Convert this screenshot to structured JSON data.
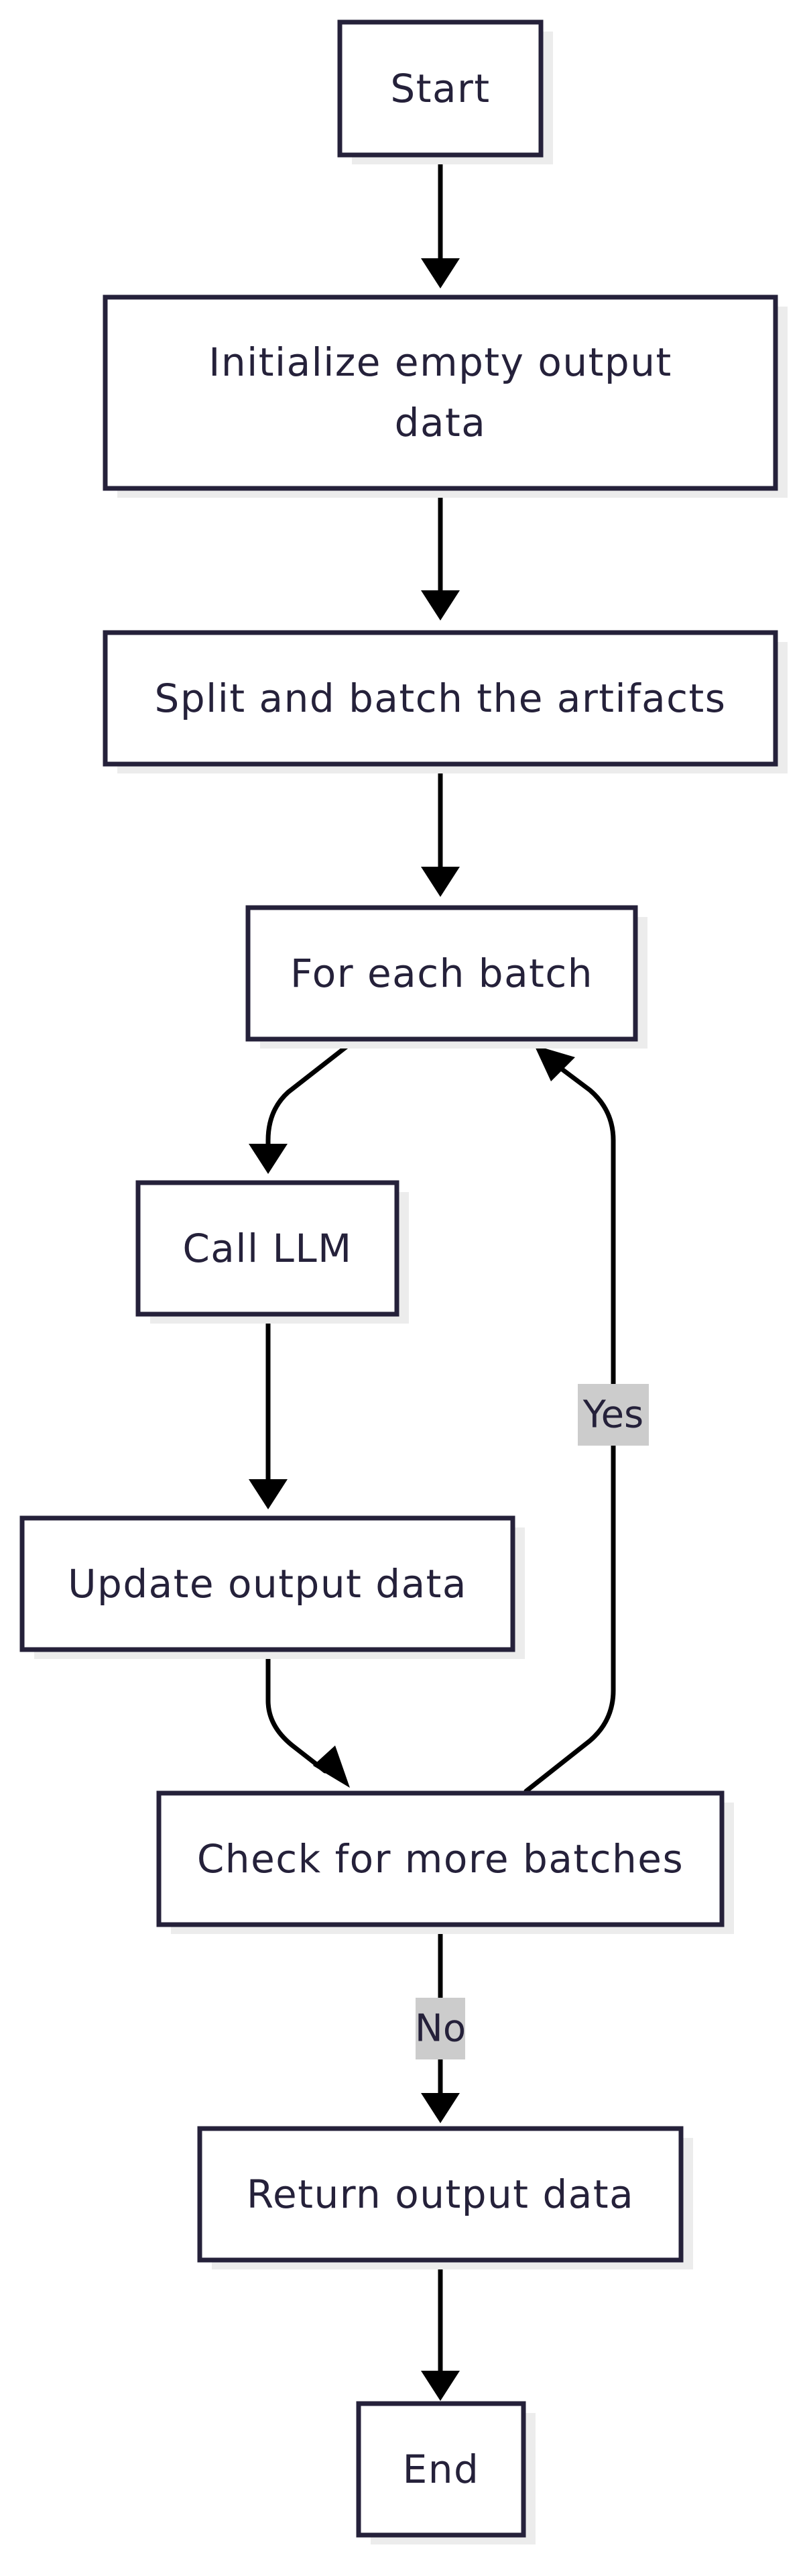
{
  "colors": {
    "node_border": "#25213a",
    "node_fill": "#ffffff",
    "node_shadow": "#ececec",
    "text": "#25213a",
    "edge": "#000000",
    "edge_label_bg": "#cccccc"
  },
  "nodes": {
    "start": {
      "label": "Start"
    },
    "init": {
      "line1": "Initialize empty output",
      "line2": "data"
    },
    "split": {
      "label": "Split and batch the artifacts"
    },
    "foreach": {
      "label": "For each batch"
    },
    "call": {
      "label": "Call LLM"
    },
    "update": {
      "label": "Update output data"
    },
    "check": {
      "label": "Check for more batches"
    },
    "ret": {
      "label": "Return output data"
    },
    "end": {
      "label": "End"
    }
  },
  "edges": {
    "check_to_foreach": {
      "label": "Yes"
    },
    "check_to_return": {
      "label": "No"
    }
  }
}
